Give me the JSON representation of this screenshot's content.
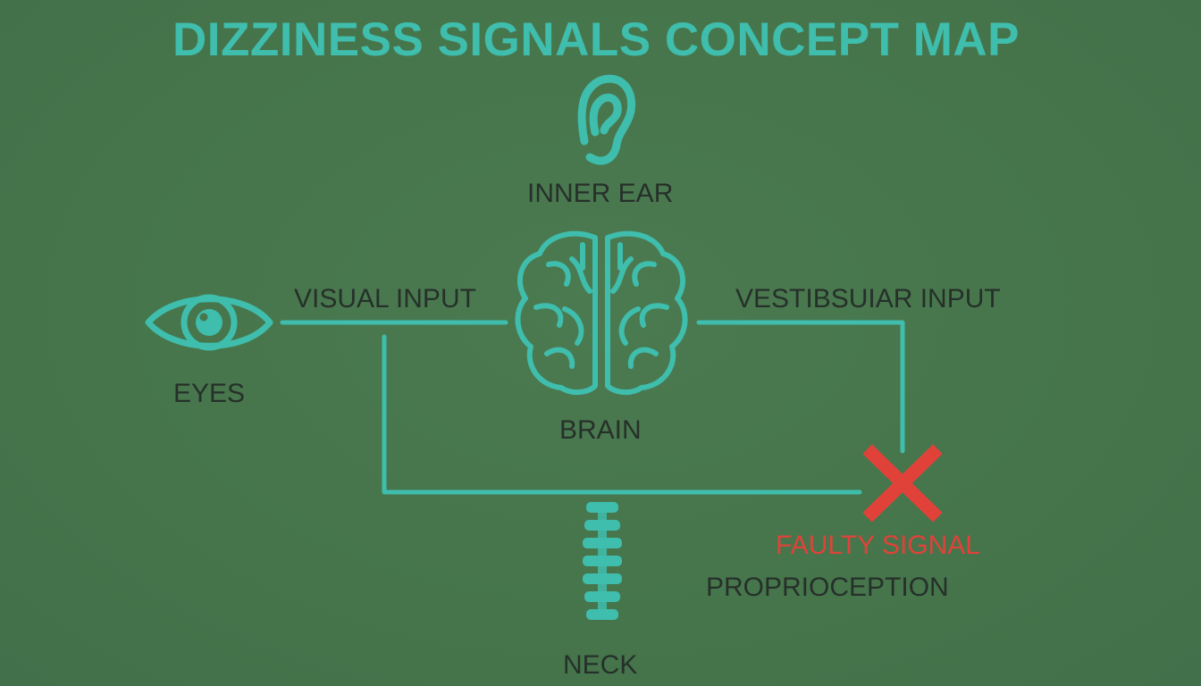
{
  "title": "DIZZINESS SIGNALS CONCEPT MAP",
  "nodes": {
    "inner_ear": {
      "label": "INNER EAR",
      "icon": "ear-icon"
    },
    "eyes": {
      "label": "EYES",
      "icon": "eye-icon"
    },
    "brain": {
      "label": "BRAIN",
      "icon": "brain-icon"
    },
    "neck": {
      "label": "NECK",
      "icon": "spine-icon"
    }
  },
  "edges": {
    "visual_input": "VISUAL INPUT",
    "vestibular_input": "VESTIBSUIAR INPUT",
    "proprioception": "PROPRIOCEPTION"
  },
  "alert": {
    "label": "FAULTY SIGNAL",
    "icon": "x-mark-icon"
  },
  "colors": {
    "background": "#48774d",
    "accent": "#3fbdad",
    "text": "#26302a",
    "alert": "#e0423a"
  }
}
